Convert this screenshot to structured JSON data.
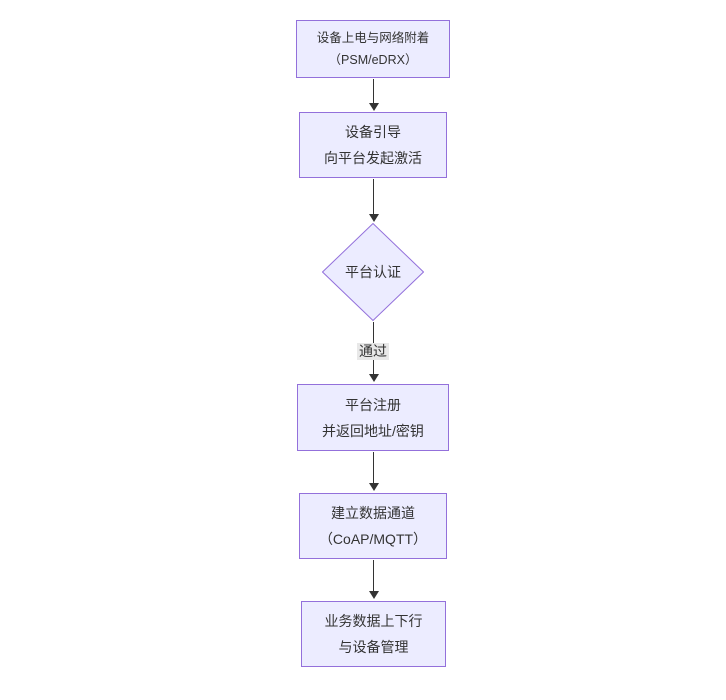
{
  "diagram": {
    "type": "flowchart",
    "direction": "top-down",
    "colors": {
      "background": "#ffffff",
      "node_fill": "#ECECFF",
      "node_border": "#9370DB",
      "text": "#333333",
      "arrow": "#333333",
      "edge_label_bg": "#e8e8e8"
    },
    "nodes": [
      {
        "id": "device-power-attach",
        "shape": "rect",
        "lines": [
          "设备上电与网络附着",
          "（PSM/eDRX）"
        ]
      },
      {
        "id": "device-bootstrap",
        "shape": "rect",
        "lines": [
          "设备引导",
          "向平台发起激活"
        ]
      },
      {
        "id": "platform-auth",
        "shape": "diamond",
        "lines": [
          "平台认证"
        ]
      },
      {
        "id": "platform-register",
        "shape": "rect",
        "lines": [
          "平台注册",
          "并返回地址/密钥"
        ]
      },
      {
        "id": "data-channel",
        "shape": "rect",
        "lines": [
          "建立数据通道",
          "（CoAP/MQTT）"
        ]
      },
      {
        "id": "business-data",
        "shape": "rect",
        "lines": [
          "业务数据上下行",
          "与设备管理"
        ]
      }
    ],
    "edges": [
      {
        "from": "device-power-attach",
        "to": "device-bootstrap",
        "label": ""
      },
      {
        "from": "device-bootstrap",
        "to": "platform-auth",
        "label": ""
      },
      {
        "from": "platform-auth",
        "to": "platform-register",
        "label": "通过"
      },
      {
        "from": "platform-register",
        "to": "data-channel",
        "label": ""
      },
      {
        "from": "data-channel",
        "to": "business-data",
        "label": ""
      }
    ]
  }
}
